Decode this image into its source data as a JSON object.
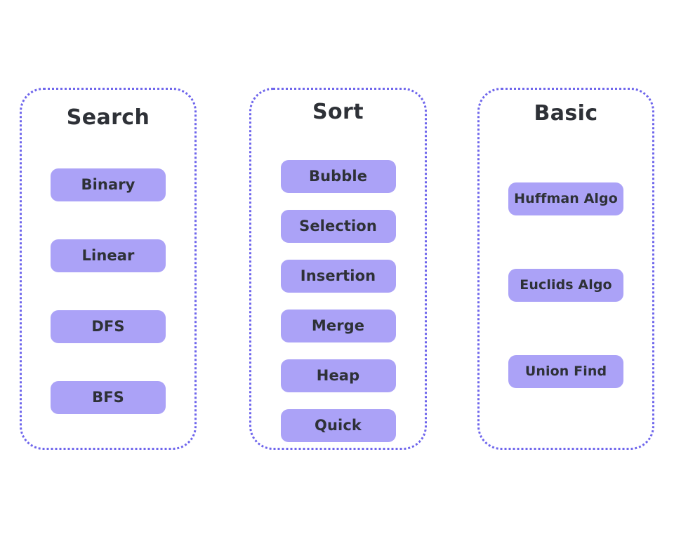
{
  "page": {
    "background_color": "#ffffff",
    "accent_color": "#aba2f7",
    "border_color": "#6f66ec",
    "text_color": "#2e3137"
  },
  "columns": [
    {
      "id": "search",
      "title": "Search",
      "items": [
        {
          "label": "Binary"
        },
        {
          "label": "Linear"
        },
        {
          "label": "DFS"
        },
        {
          "label": "BFS"
        }
      ]
    },
    {
      "id": "sort",
      "title": "Sort",
      "items": [
        {
          "label": "Bubble"
        },
        {
          "label": "Selection"
        },
        {
          "label": "Insertion"
        },
        {
          "label": "Merge"
        },
        {
          "label": "Heap"
        },
        {
          "label": "Quick"
        }
      ]
    },
    {
      "id": "basic",
      "title": "Basic",
      "items": [
        {
          "label": "Huffman Algo"
        },
        {
          "label": "Euclids Algo"
        },
        {
          "label": "Union Find"
        }
      ]
    }
  ]
}
